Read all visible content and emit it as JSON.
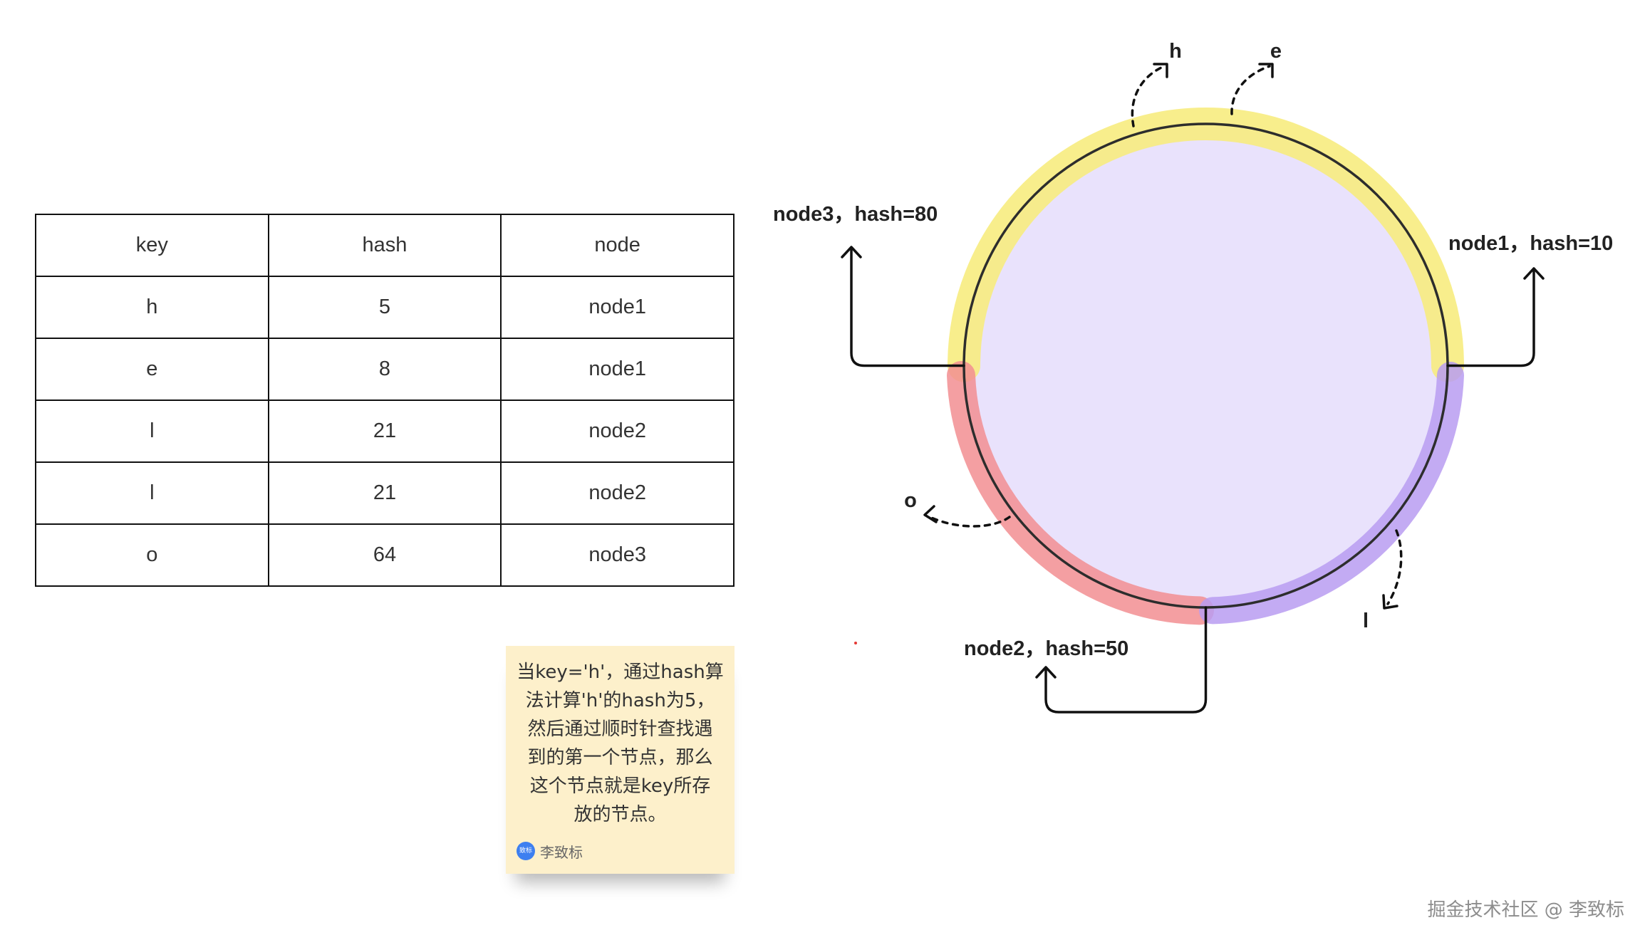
{
  "table": {
    "headers": [
      "key",
      "hash",
      "node"
    ],
    "rows": [
      [
        "h",
        "5",
        "node1"
      ],
      [
        "e",
        "8",
        "node1"
      ],
      [
        "l",
        "21",
        "node2"
      ],
      [
        "l",
        "21",
        "node2"
      ],
      [
        "o",
        "64",
        "node3"
      ]
    ]
  },
  "ring": {
    "node_labels": {
      "node1": "node1，hash=10",
      "node2": "node2，hash=50",
      "node3": "node3，hash=80"
    },
    "key_labels": {
      "h": "h",
      "e": "e",
      "l": "l",
      "o": "o"
    }
  },
  "colors": {
    "ring_fill": "#e9e2fc",
    "ring_stroke": "#2d2d2d",
    "node1_band": "#f7ec80",
    "node2_band": "#b99cf1",
    "node3_band": "#f28e92"
  },
  "note": {
    "lines": [
      "当key='h'，通过hash算",
      "法计算'h'的hash为5，",
      "然后通过顺时针查找遇",
      "到的第一个节点，那么",
      "这个节点就是key所存",
      "放的节点。"
    ],
    "avatar_text": "致标",
    "author": "李致标"
  },
  "watermark": "掘金技术社区 @ 李致标"
}
